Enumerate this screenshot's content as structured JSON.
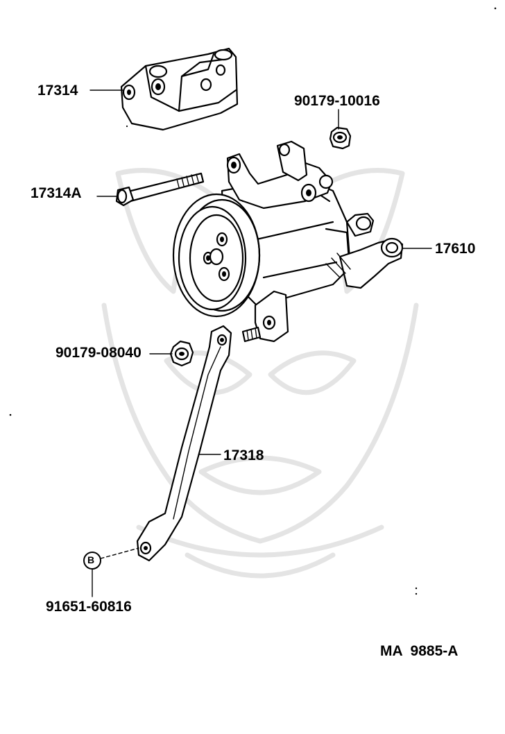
{
  "diagram": {
    "callouts": {
      "bracket_upper": "17314",
      "bolt": "17314A",
      "nut_upper": "90179-10016",
      "vacuum_pump_hose": "17610",
      "nut_lower": "90179-08040",
      "stay": "17318",
      "bolt_code_symbol": "B",
      "bolt_flange": "91651-60816"
    },
    "figure_code": "MA  9885-A"
  }
}
